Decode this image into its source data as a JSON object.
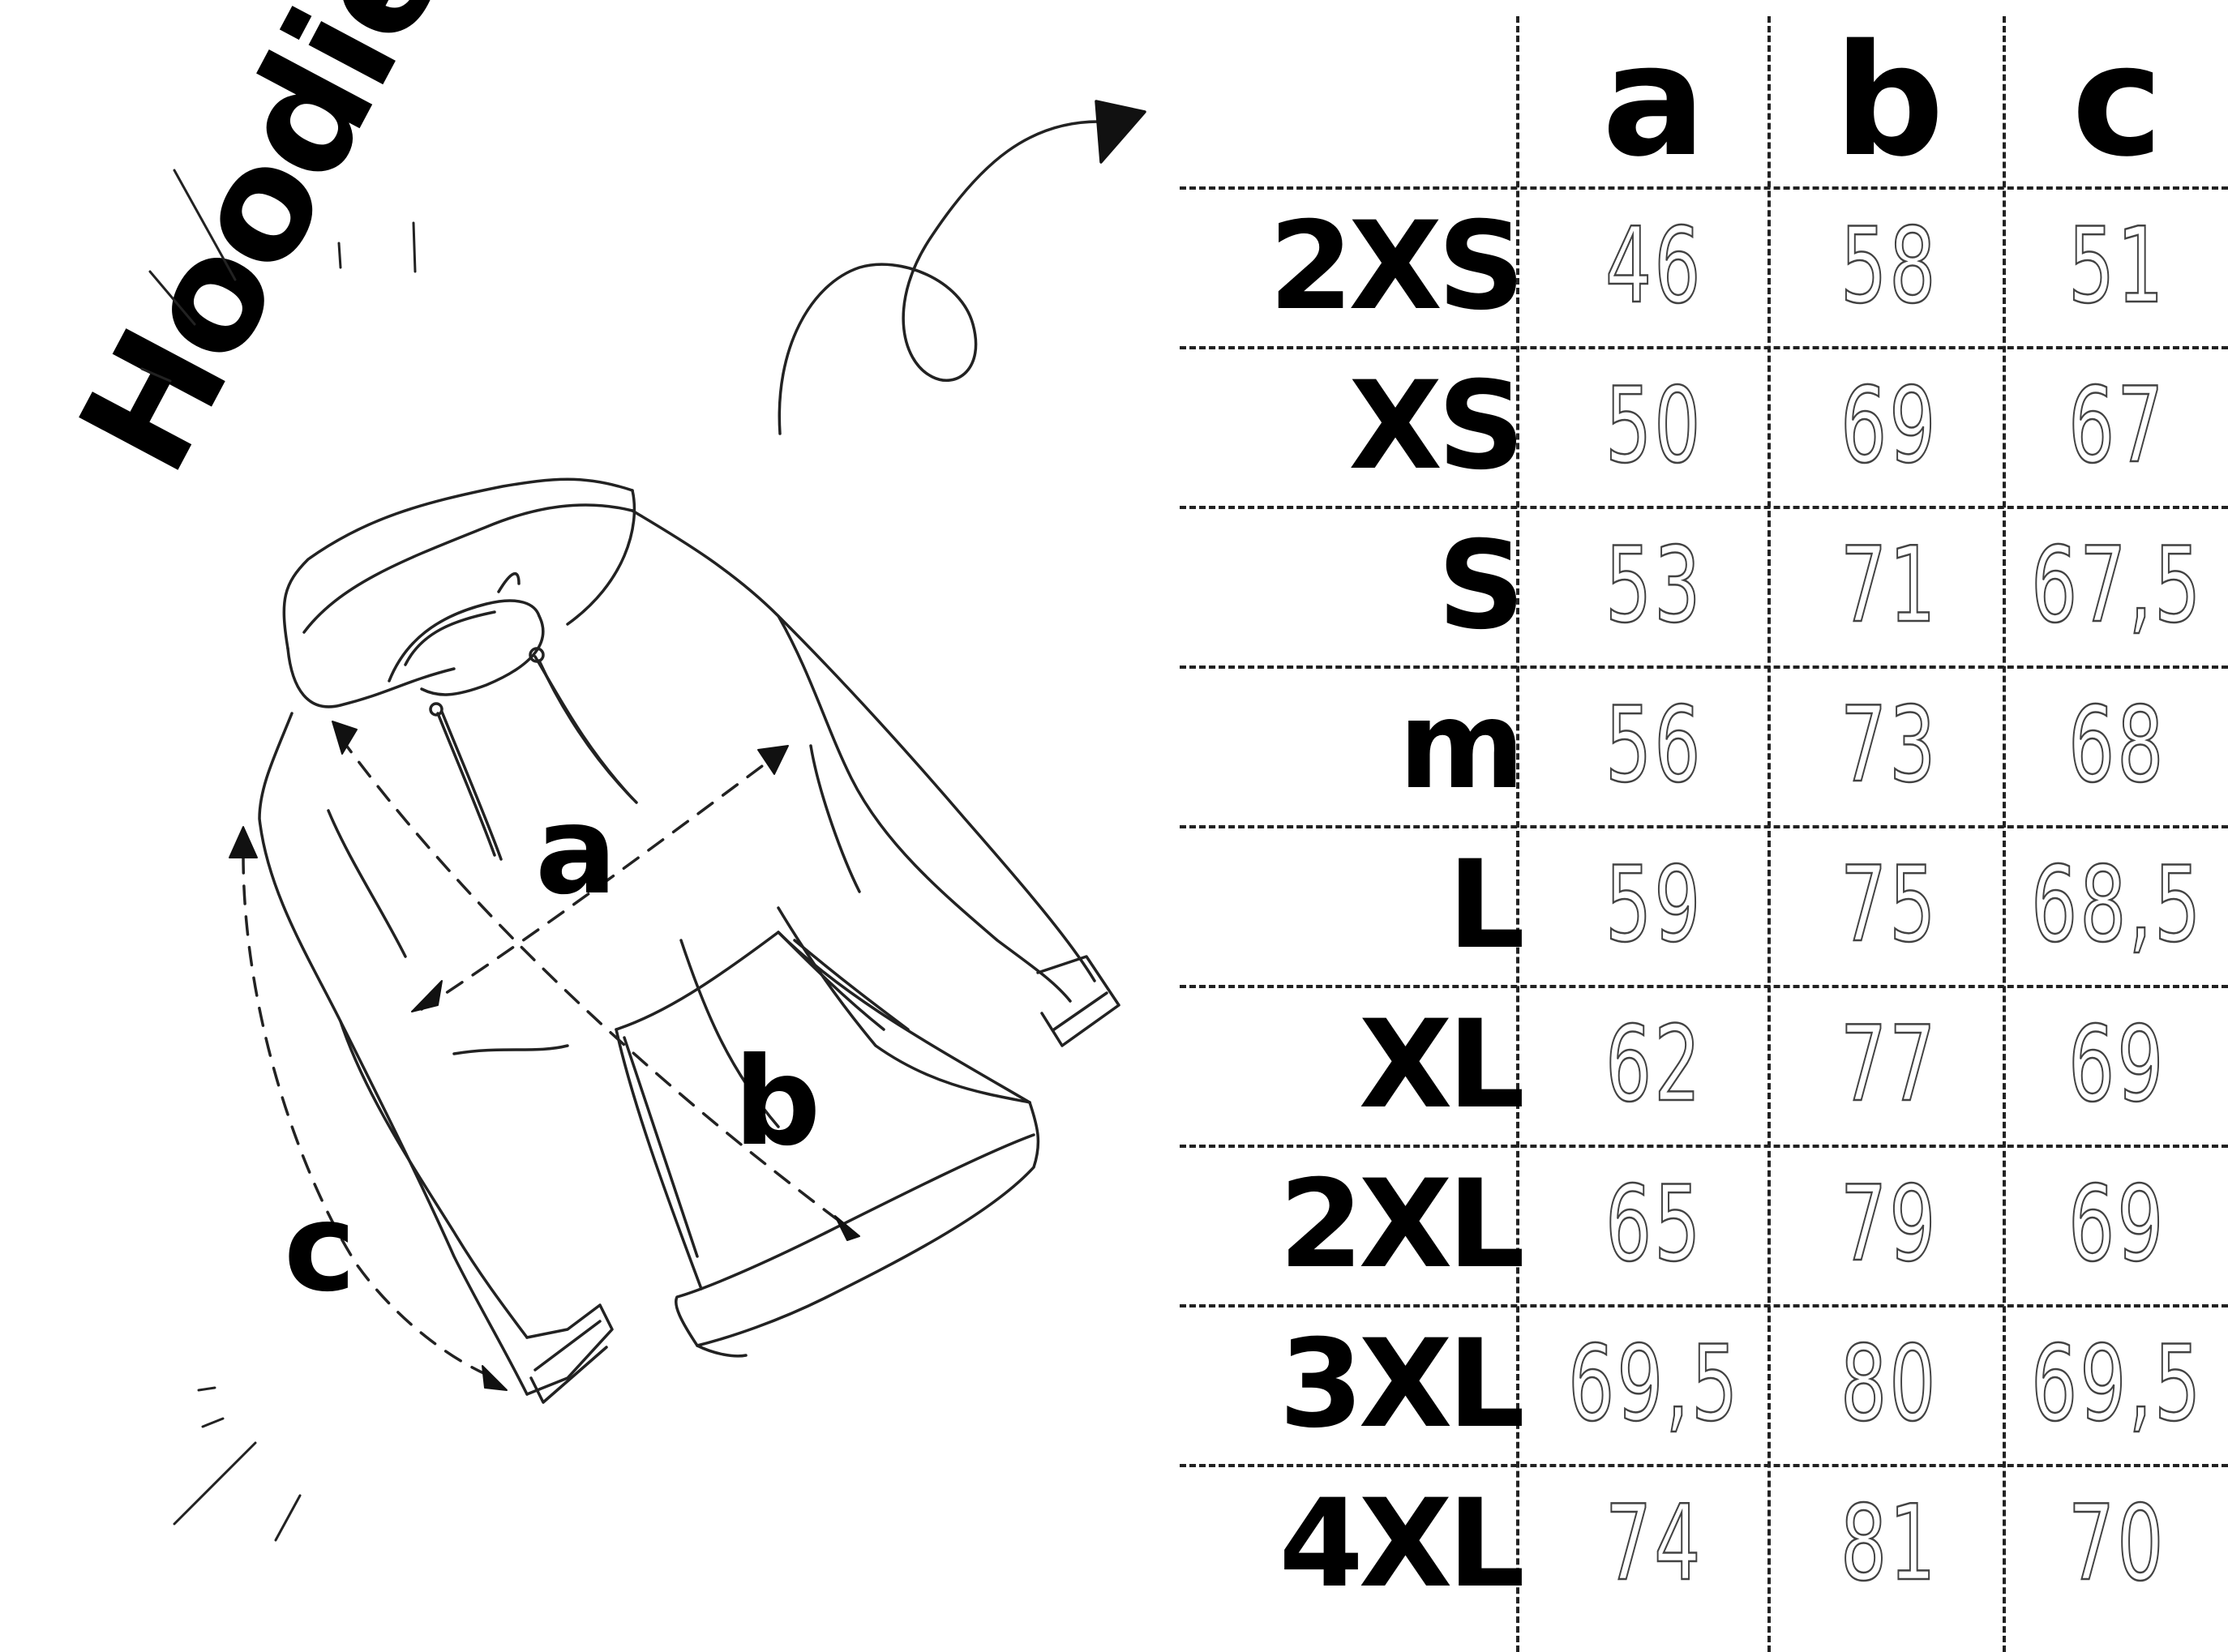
{
  "title": "Hoodie",
  "measure_labels": {
    "a": "a",
    "b": "b",
    "c": "c"
  },
  "table": {
    "columns": [
      "a",
      "b",
      "c"
    ],
    "rows": [
      {
        "size": "2XS",
        "values": [
          "46",
          "58",
          "51"
        ]
      },
      {
        "size": "XS",
        "values": [
          "50",
          "69",
          "67"
        ]
      },
      {
        "size": "S",
        "values": [
          "53",
          "71",
          "67,5"
        ]
      },
      {
        "size": "m",
        "values": [
          "56",
          "73",
          "68"
        ]
      },
      {
        "size": "L",
        "values": [
          "59",
          "75",
          "68,5"
        ]
      },
      {
        "size": "XL",
        "values": [
          "62",
          "77",
          "69"
        ]
      },
      {
        "size": "2XL",
        "values": [
          "65",
          "79",
          "69"
        ]
      },
      {
        "size": "3XL",
        "values": [
          "69,5",
          "80",
          "69,5"
        ]
      },
      {
        "size": "4XL",
        "values": [
          "74",
          "81",
          "70"
        ]
      }
    ]
  },
  "colors": {
    "ink": "#111111",
    "paper": "#ffffff"
  }
}
